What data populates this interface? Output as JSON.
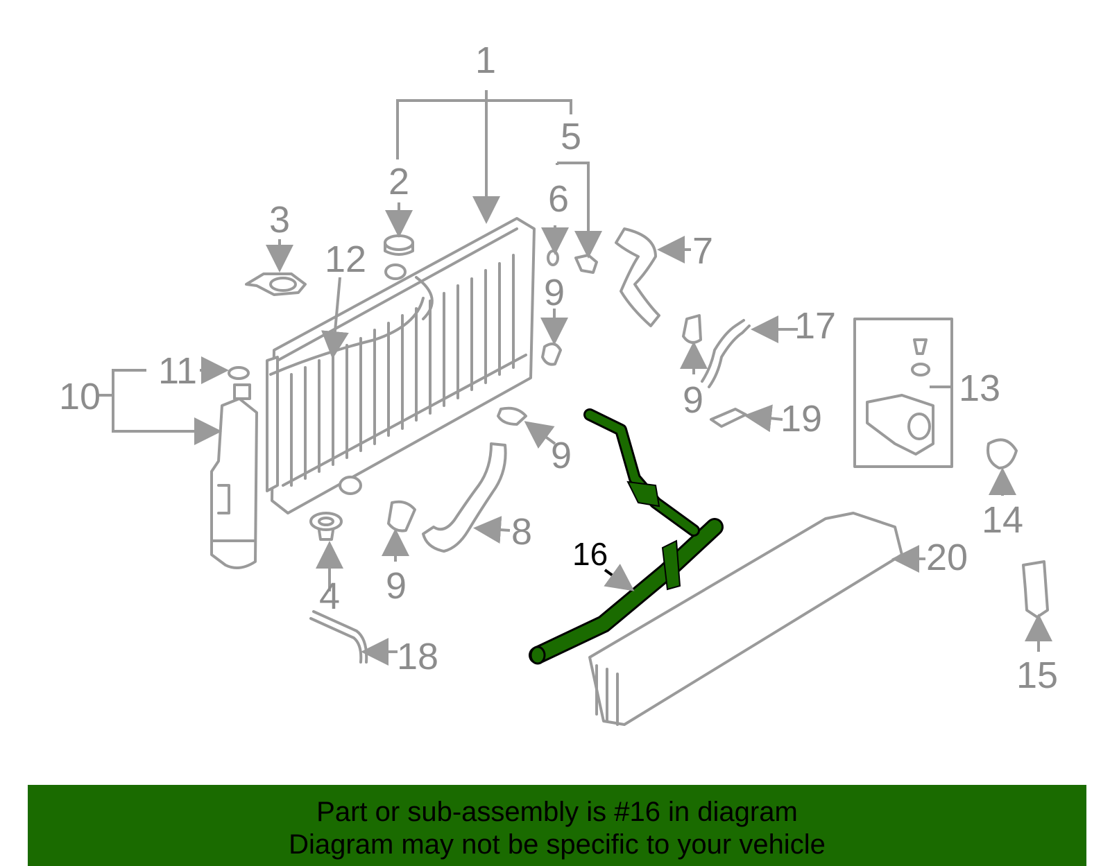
{
  "callouts": {
    "c1": "1",
    "c2": "2",
    "c3": "3",
    "c4": "4",
    "c5": "5",
    "c6": "6",
    "c7": "7",
    "c8": "8",
    "c9a": "9",
    "c9b": "9",
    "c9c": "9",
    "c9d": "9",
    "c10": "10",
    "c11": "11",
    "c12": "12",
    "c13": "13",
    "c14": "14",
    "c15": "15",
    "c16": "16",
    "c17": "17",
    "c18": "18",
    "c19": "19",
    "c20": "20"
  },
  "highlight": {
    "part": "16",
    "color": "#1a6b00"
  },
  "banner": {
    "line1": "Part or sub-assembly is #16 in diagram",
    "line2": "Diagram may not be specific to your vehicle",
    "background": "#1a6b00"
  }
}
